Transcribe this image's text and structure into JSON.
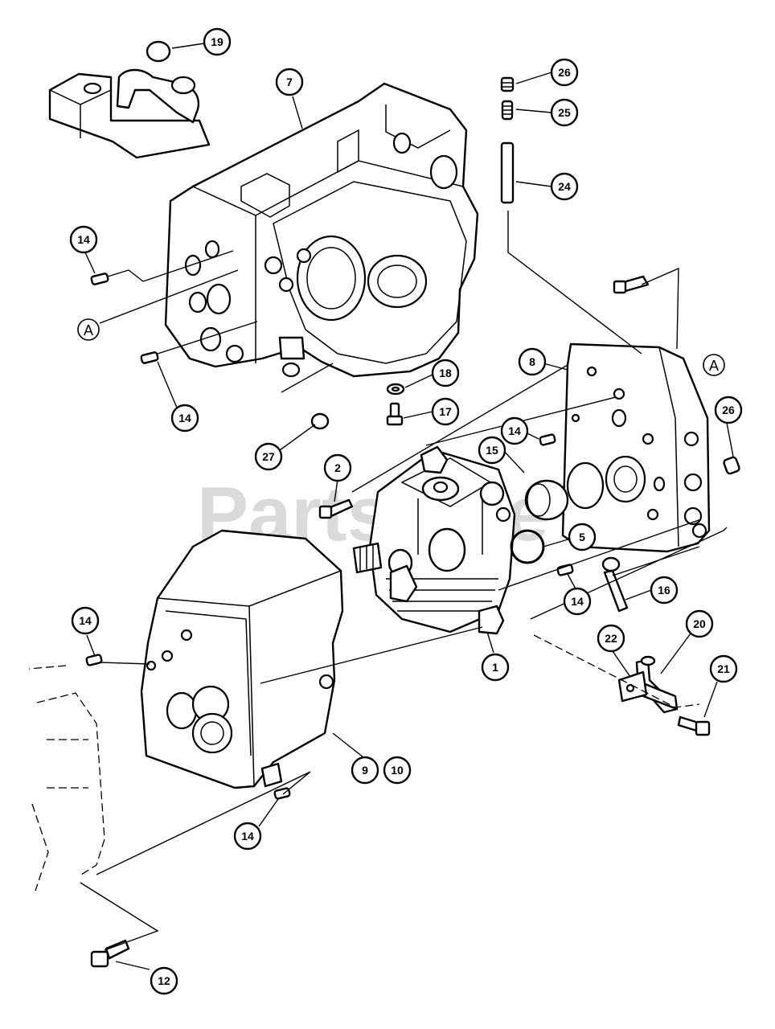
{
  "watermark": "PartsTree",
  "callouts": {
    "c1": "1",
    "c2": "2",
    "c5": "5",
    "c7": "7",
    "c8": "8",
    "c9": "9",
    "c10": "10",
    "c12": "12",
    "c14a": "14",
    "c14b": "14",
    "c14c": "14",
    "c14d": "14",
    "c14e": "14",
    "c14f": "14",
    "c15": "15",
    "c16": "16",
    "c17": "17",
    "c18": "18",
    "c19": "19",
    "c20": "20",
    "c21": "21",
    "c22": "22",
    "c24": "24",
    "c25": "25",
    "c26a": "26",
    "c26b": "26",
    "c27": "27"
  },
  "refs": {
    "refA1": "A",
    "refA2": "A"
  }
}
